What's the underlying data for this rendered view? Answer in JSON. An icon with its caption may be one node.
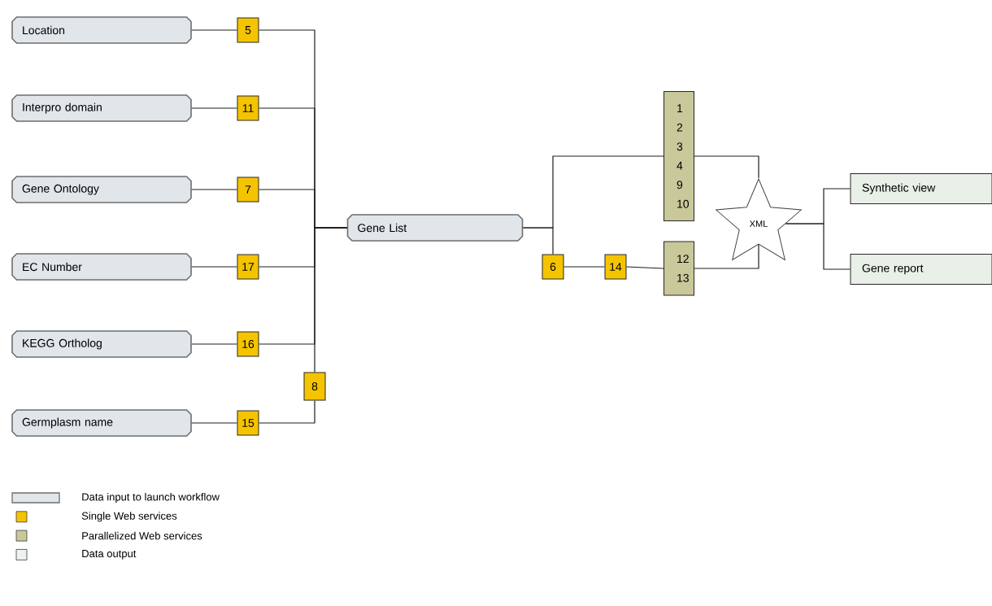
{
  "diagram": {
    "nodes": [
      {
        "text": [
          "Location"
        ]
      },
      {
        "text": [
          "5"
        ]
      },
      {
        "text": [
          "Interpro domain"
        ]
      },
      {
        "text": [
          "11"
        ]
      },
      {
        "text": [
          "Gene Ontology"
        ]
      },
      {
        "text": [
          "7"
        ]
      },
      {
        "text": [
          "EC Number"
        ]
      },
      {
        "text": [
          "17"
        ]
      },
      {
        "text": [
          "KEGG Ortholog"
        ]
      },
      {
        "text": [
          "16"
        ]
      },
      {
        "text": [
          "8"
        ]
      },
      {
        "text": [
          "Germplasm name"
        ]
      },
      {
        "text": [
          "15"
        ]
      },
      {
        "text": [
          "Gene List"
        ]
      },
      {
        "text": [
          "1 2 3 4 9 10"
        ]
      },
      {
        "text": [
          "6"
        ]
      },
      {
        "text": [
          "14"
        ]
      },
      {
        "text": [
          "12 13"
        ]
      },
      {
        "text": [
          "XML"
        ]
      },
      {
        "text": [
          "Synthetic view"
        ]
      },
      {
        "text": [
          "Gene report"
        ]
      }
    ],
    "edges": [
      {
        "from": 0,
        "to": 1,
        "arrow": "none"
      },
      {
        "from": 2,
        "to": 3,
        "arrow": "none"
      },
      {
        "from": 4,
        "to": 5,
        "arrow": "none"
      },
      {
        "from": 6,
        "to": 7,
        "arrow": "none"
      },
      {
        "from": 8,
        "to": 9,
        "arrow": "none"
      },
      {
        "from": 11,
        "to": 12,
        "arrow": "none"
      },
      {
        "from": 1,
        "to": 13,
        "arrow": "none"
      },
      {
        "from": 3,
        "to": 13,
        "arrow": "none"
      },
      {
        "from": 5,
        "to": 13,
        "arrow": "none"
      },
      {
        "from": 7,
        "to": 13,
        "arrow": "none"
      },
      {
        "from": 9,
        "to": 13,
        "arrow": "none"
      },
      {
        "from": 10,
        "to": 13,
        "arrow": "none"
      },
      {
        "from": 12,
        "to": 10,
        "arrow": "none"
      },
      {
        "from": 13,
        "to": 14,
        "arrow": "none"
      },
      {
        "from": 13,
        "to": 15,
        "arrow": "none"
      },
      {
        "from": 15,
        "to": 16,
        "arrow": "none"
      },
      {
        "from": 16,
        "to": 17,
        "arrow": "none"
      },
      {
        "from": 14,
        "to": 18,
        "arrow": "none"
      },
      {
        "from": 17,
        "to": 18,
        "arrow": "none"
      },
      {
        "from": 18,
        "to": 19,
        "arrow": "none"
      },
      {
        "from": 18,
        "to": 20,
        "arrow": "none"
      }
    ],
    "legend": [
      {
        "text": "Data input to launch workflow"
      },
      {
        "text": "Single Web services",
        "color": "#f5c400"
      },
      {
        "text": "Parallelized Web services",
        "color": "#c8c89a"
      },
      {
        "text": "Data output",
        "color": "#eef2ee"
      }
    ]
  }
}
